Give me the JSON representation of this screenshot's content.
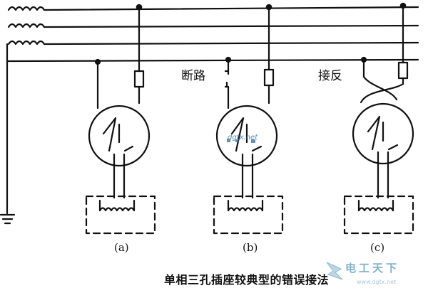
{
  "labels": {
    "break_note": "断路",
    "reverse_note": "接反",
    "sub_a": "(a)",
    "sub_b": "(b)",
    "sub_c": "(c)",
    "caption": "单相三孔插座较典型的错误接法"
  },
  "watermark": {
    "text": "电工天下",
    "url": "www.dgtx.net",
    "mid_text": "dgtx.net"
  },
  "colors": {
    "ink": "#111111",
    "watermark": "#7fb2cf"
  }
}
